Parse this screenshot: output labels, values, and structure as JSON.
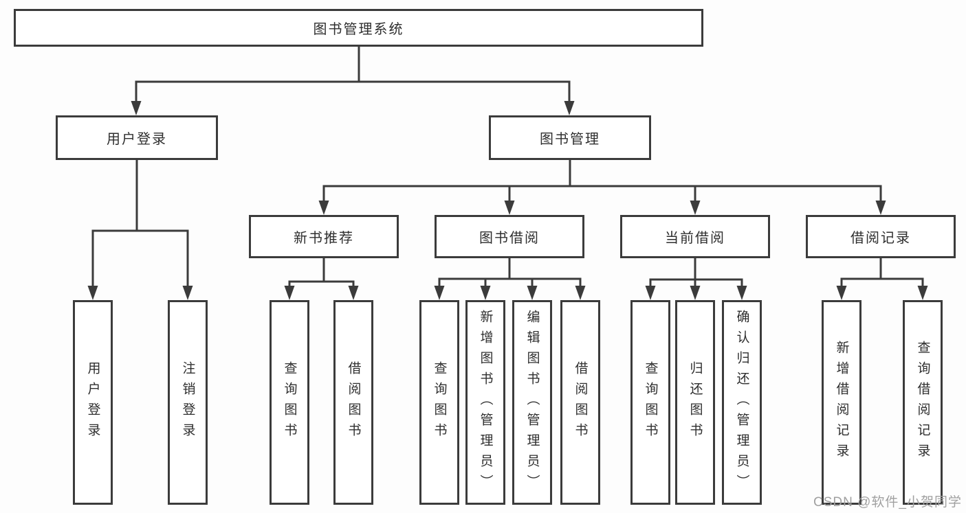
{
  "tree": {
    "root": {
      "label": "图书管理系统"
    },
    "branches": [
      {
        "label": "用户登录",
        "children": [
          {
            "label": "用户登录"
          },
          {
            "label": "注销登录"
          }
        ]
      },
      {
        "label": "图书管理",
        "children": [
          {
            "label": "新书推荐",
            "children": [
              {
                "label": "查询图书"
              },
              {
                "label": "借阅图书"
              }
            ]
          },
          {
            "label": "图书借阅",
            "children": [
              {
                "label": "查询图书"
              },
              {
                "label": "新增图书（管理员）"
              },
              {
                "label": "编辑图书（管理员）"
              },
              {
                "label": "借阅图书"
              }
            ]
          },
          {
            "label": "当前借阅",
            "children": [
              {
                "label": "查询图书"
              },
              {
                "label": "归还图书"
              },
              {
                "label": "确认归还（管理员）"
              }
            ]
          },
          {
            "label": "借阅记录",
            "children": [
              {
                "label": "新增借阅记录"
              },
              {
                "label": "查询借阅记录"
              }
            ]
          }
        ]
      }
    ]
  },
  "watermark": "CSDN @软件_小贺同学",
  "colors": {
    "line": "#3b3b3b",
    "box_border": "#3b3b3b",
    "box_background": "#ffffff",
    "text": "#2e2e2e",
    "watermark": "#a0a0a0",
    "page_background": "#fdfdfd"
  }
}
